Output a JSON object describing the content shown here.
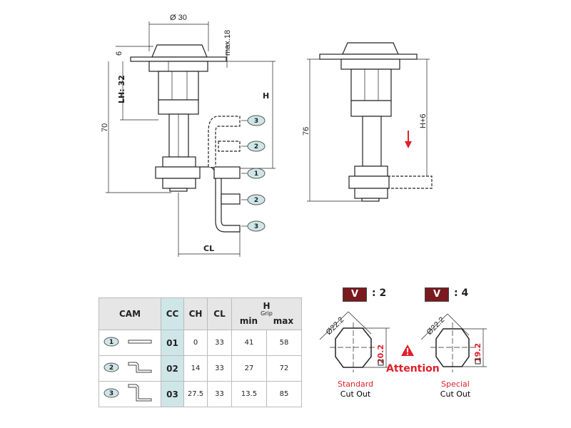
{
  "drawing_left": {
    "dia_label": "Ø 30",
    "max_label": "max.18",
    "six_label": "6",
    "lh_label": "LH: 32",
    "seventy_label": "70",
    "h_label": "H",
    "cl_label": "CL",
    "bubbles": [
      "3",
      "2",
      "1",
      "2",
      "3"
    ]
  },
  "drawing_right": {
    "seventysix_label": "76",
    "h6_label": "H+6"
  },
  "table": {
    "headers": {
      "cam": "CAM",
      "cc": "CC",
      "ch": "CH",
      "cl": "CL",
      "h": "H",
      "grip": "Grip",
      "min": "min",
      "max": "max"
    },
    "rows": [
      {
        "cam": "1",
        "cc": "01",
        "ch": "0",
        "cl": "33",
        "min": "41",
        "max": "58"
      },
      {
        "cam": "2",
        "cc": "02",
        "ch": "14",
        "cl": "33",
        "min": "27",
        "max": "72"
      },
      {
        "cam": "3",
        "cc": "03",
        "ch": "27.5",
        "cl": "33",
        "min": "13.5",
        "max": "85"
      }
    ]
  },
  "cutouts": {
    "attention": "Attention",
    "standard": {
      "badge": "V",
      "value": ": 2",
      "diameter": "Ø22.2",
      "square": "20.2",
      "title": "Standard",
      "subtitle": "Cut Out"
    },
    "special": {
      "badge": "V",
      "value": ": 4",
      "diameter": "Ø22.2",
      "square": "19.2",
      "title": "Special",
      "subtitle": "Cut Out"
    }
  },
  "colors": {
    "accent_red": "#e0202a",
    "badge": "#7a1a1e",
    "cc_column": "#cfe6e8"
  }
}
